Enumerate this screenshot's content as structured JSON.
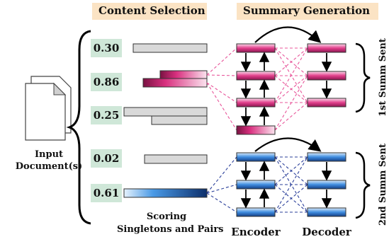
{
  "headers": {
    "content_selection": "Content Selection",
    "summary_generation": "Summary Generation"
  },
  "scores": [
    "0.30",
    "0.86",
    "0.25",
    "0.02",
    "0.61"
  ],
  "input_label_line1": "Input",
  "input_label_line2": "Document(s)",
  "scoring_line1": "Scoring",
  "scoring_line2": "Singletons and Pairs",
  "encoder_label": "Encoder",
  "decoder_label": "Decoder",
  "side_label_1": "1st Summ Sent",
  "side_label_2": "2nd Summ Sent",
  "colors": {
    "header_bg": "#fbe3c4",
    "score_bg": "#cfe7d8",
    "gray_bar": "#d9d9d9",
    "pink": "#d9307f",
    "blue": "#2f7fd4",
    "pink_dash": "#e8559a",
    "blue_dash": "#2a3f9a"
  }
}
